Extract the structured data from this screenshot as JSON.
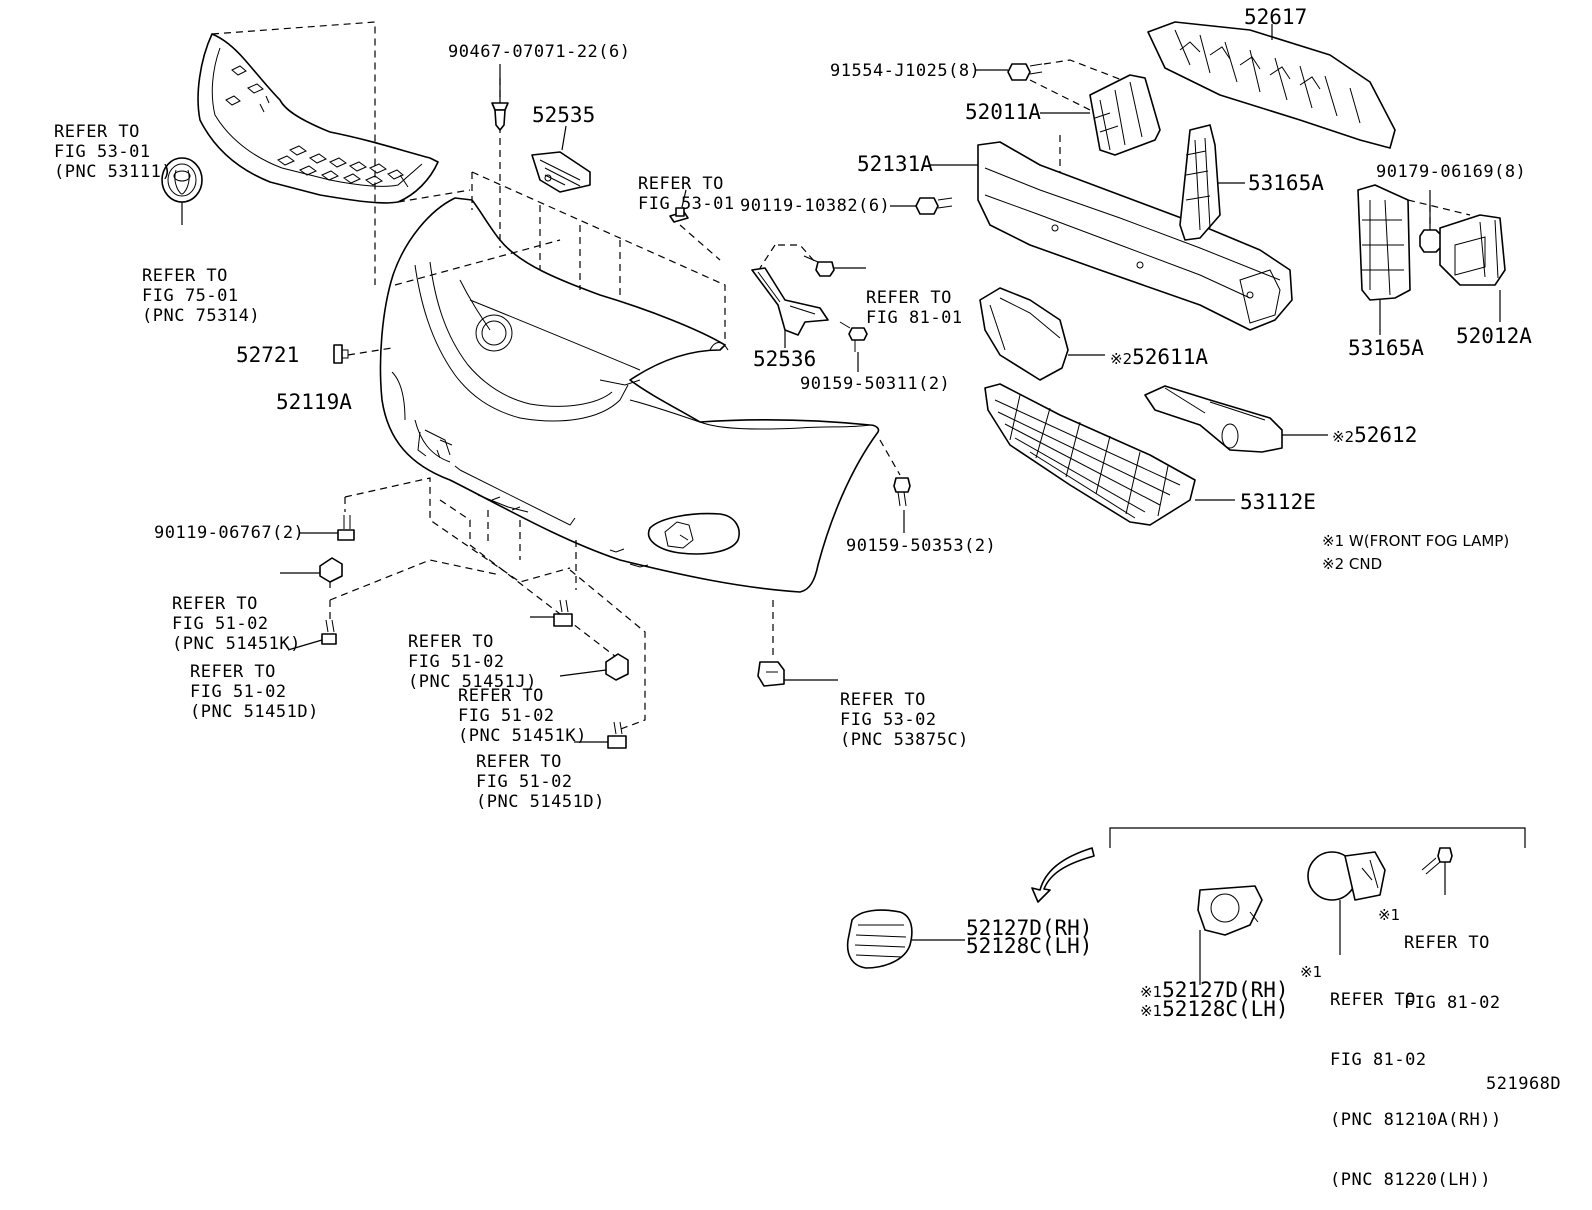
{
  "diagram_id": "521968D",
  "parts": {
    "p52617": "52617",
    "p91554": "91554-J1025(8)",
    "p52011A": "52011A",
    "p52131A": "52131A",
    "p53165A_a": "53165A",
    "p90119_10382": "90119-10382(6)",
    "p90179": "90179-06169(8)",
    "p53165A_b": "53165A",
    "p52012A": "52012A",
    "p52611A": "52611A",
    "p52612": "52612",
    "p53112E": "53112E",
    "p90467": "90467-07071-22(6)",
    "p52535": "52535",
    "p52536": "52536",
    "p90159_50311": "90159-50311(2)",
    "p90159_50353": "90159-50353(2)",
    "p52721": "52721",
    "p52119A": "52119A",
    "p90119_06767": "90119-06767(2)",
    "p52127D_a": "52127D(RH)",
    "p52128C_a": "52128C(LH)",
    "p52127D_b": "52127D(RH)",
    "p52128C_b": "52128C(LH)"
  },
  "marks": {
    "m2": "※2",
    "m1": "※1"
  },
  "notes": {
    "note1": "※1 W(FRONT FOG LAMP)",
    "note2": "※2 CND"
  },
  "refs": {
    "grille": [
      "REFER TO",
      "FIG 53-01",
      "(PNC 53111)"
    ],
    "emblem": [
      "REFER TO",
      "FIG 75-01",
      "(PNC 75314)"
    ],
    "clip5301": [
      "REFER TO",
      "FIG 53-01"
    ],
    "fig8101": [
      "REFER TO",
      "FIG 81-01"
    ],
    "k1": [
      "REFER TO",
      "FIG 51-02",
      "(PNC 51451K)"
    ],
    "d1": [
      "REFER TO",
      "FIG 51-02",
      "(PNC 51451D)"
    ],
    "j1": [
      "REFER TO",
      "FIG 51-02",
      "(PNC 51451J)"
    ],
    "k2": [
      "REFER TO",
      "FIG 51-02",
      "(PNC 51451K)"
    ],
    "d2": [
      "REFER TO",
      "FIG 51-02",
      "(PNC 51451D)"
    ],
    "c5302": [
      "REFER TO",
      "FIG 53-02",
      "(PNC 53875C)"
    ],
    "fig8102a": [
      "REFER TO",
      "FIG 81-02"
    ],
    "fig8102b": [
      "REFER TO",
      "FIG 81-02",
      "(PNC 81210A(RH))",
      "(PNC 81220(LH))"
    ]
  }
}
